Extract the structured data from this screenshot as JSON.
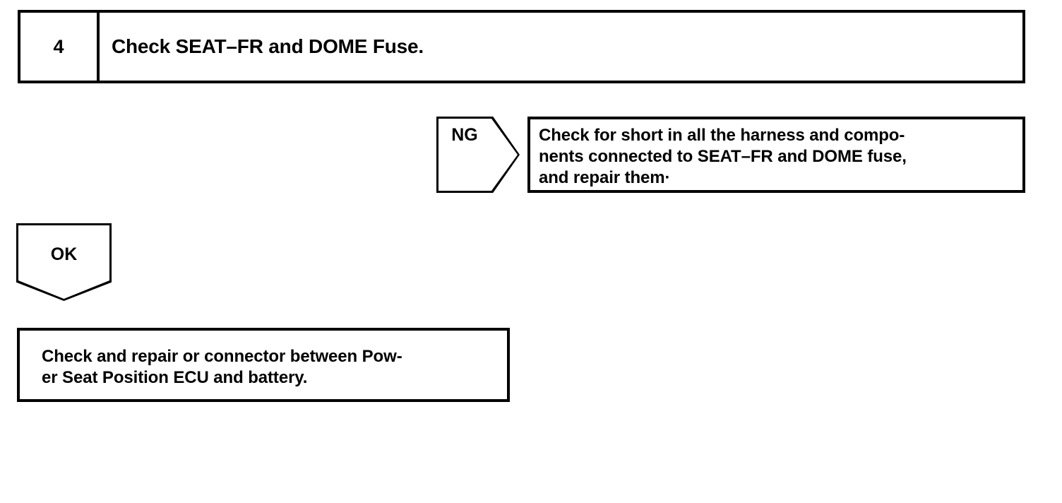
{
  "diagram": {
    "type": "troubleshooting-flowchart",
    "step": {
      "number": "4",
      "title": "Check SEAT–FR and DOME Fuse."
    },
    "branches": [
      {
        "tag": "NG",
        "tag_direction": "right",
        "action_lines": [
          "Check for short in all the harness and compo-",
          "nents connected to SEAT–FR and DOME fuse,",
          "and repair them·"
        ]
      },
      {
        "tag": "OK",
        "tag_direction": "down",
        "action_lines": [
          "Check and repair or connector between Pow-",
          "er Seat Position ECU and battery."
        ]
      }
    ]
  }
}
